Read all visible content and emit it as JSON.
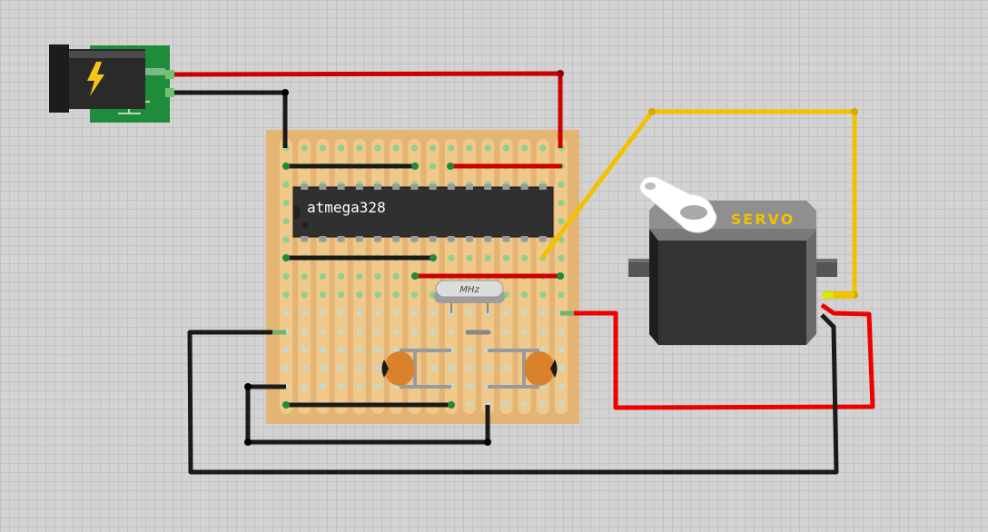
{
  "chip": {
    "label": "atmega328"
  },
  "crystal": {
    "label": "MHz"
  },
  "servo": {
    "label": "SERVO"
  },
  "colors": {
    "board": "#e3b474",
    "wire_red": "#cc0000",
    "wire_black": "#111111",
    "wire_yellow": "#f2c200",
    "jack_pcb": "#1e8c3a",
    "capacitor": "#d9822b",
    "servo_label": "#f2c200"
  },
  "icons": {
    "power_jack": "lightning-bolt-icon"
  }
}
